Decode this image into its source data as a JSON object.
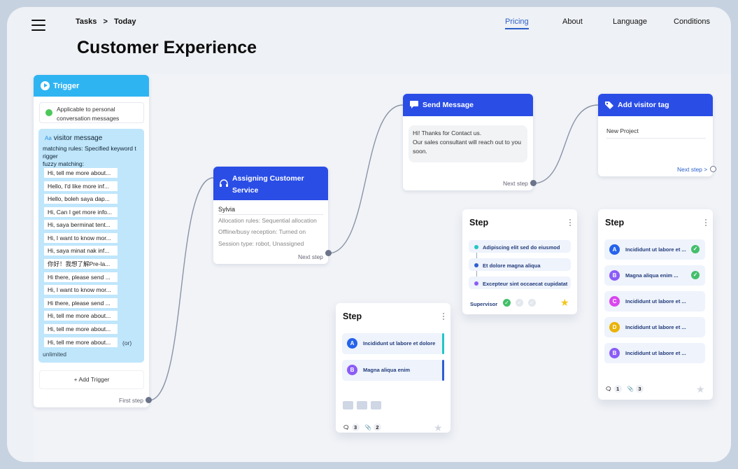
{
  "breadcrumb": {
    "items": [
      "Tasks",
      ">",
      "Today"
    ]
  },
  "page_title": "Customer Experience",
  "nav": [
    {
      "label": "Pricing",
      "active": true
    },
    {
      "label": "About",
      "active": false
    },
    {
      "label": "Language",
      "active": false
    },
    {
      "label": "Conditions",
      "active": false
    }
  ],
  "trigger": {
    "title": "Trigger",
    "applicable_line1": "Applicable to personal",
    "applicable_line2": "conversation messages",
    "visitor_title": "visitor message",
    "visitor_icon": "Aa",
    "rules_line1": "matching rules: Specified keyword t",
    "rules_line2": "rigger",
    "rules_line3": "fuzzy matching:",
    "phrases": [
      "Hi, tell me more about...",
      "Hello, I'd like more inf...",
      "Hello, boleh saya dap...",
      "Hi, Can I get more info...",
      "Hi, saya berminat tent...",
      "Hi, I want to know mor...",
      "Hi, saya minat nak inf...",
      "你好！我想了解Pre-la...",
      "Hi there, please send ...",
      "Hi, I want to know mor...",
      "Hi there, please send ...",
      "Hi, tell me more about...",
      "Hi, tell me more about...",
      "Hi, tell me more about..."
    ],
    "or_label": "(or)",
    "unlimited_label": "unlimited",
    "add_trigger": "+ Add Trigger",
    "first_step": "First step"
  },
  "assign": {
    "title_line1": "Assigning Customer",
    "title_line2": "Service",
    "name": "Sylvia",
    "allocation": "Allocation rules: Sequential allocation",
    "offline": "Offline/busy reception: Turned on",
    "session": "Session type: robot, Unassigned",
    "next_step": "Next step"
  },
  "send_message": {
    "title": "Send Message",
    "line1": "Hi!  Thanks for Contact us.",
    "line2": "Our sales consultant will reach out to you",
    "line3": "soon.",
    "next_step": "Next step"
  },
  "visitor_tag": {
    "title": "Add visitor tag",
    "project": "New Project",
    "next_step": "Next step >"
  },
  "step_left": {
    "title": "Step",
    "rows": [
      {
        "avatar": "A",
        "text": "Incididunt ut labore et dolore",
        "color": "#2563eb",
        "bar": "#22c6c6"
      },
      {
        "avatar": "B",
        "text": "Magna aliqua enim",
        "color": "#8b5cf6",
        "bar": "#2d5fd0"
      }
    ],
    "comments": "3",
    "attachments": "2"
  },
  "step_mid": {
    "title": "Step",
    "items": [
      {
        "text": "Adipiscing elit sed do eiusmod",
        "color": "#22c6c6"
      },
      {
        "text": "Et dolore magna aliqua",
        "color": "#2d5fd0"
      },
      {
        "text": "Excepteur sint occaecat cupidatat",
        "color": "#8b5cf6"
      }
    ],
    "supervisor": "Supervisor"
  },
  "step_right": {
    "title": "Step",
    "rows": [
      {
        "avatar": "A",
        "text": "Incididunt ut labore et ...",
        "color": "#2563eb",
        "checked": true
      },
      {
        "avatar": "B",
        "text": "Magna aliqua enim ...",
        "color": "#8b5cf6",
        "checked": true
      },
      {
        "avatar": "C",
        "text": "Incididunt ut labore et ...",
        "color": "#d946ef",
        "checked": false
      },
      {
        "avatar": "D",
        "text": "Incididunt ut labore et ...",
        "color": "#eab308",
        "checked": false
      },
      {
        "avatar": "B",
        "text": "Incididunt ut labore et ...",
        "color": "#8b5cf6",
        "checked": false
      }
    ],
    "comments": "1",
    "attachments": "3"
  },
  "colors": {
    "accent": "#2a4de6",
    "trigger": "#2fb4f2",
    "link": "#2b5fc9"
  }
}
